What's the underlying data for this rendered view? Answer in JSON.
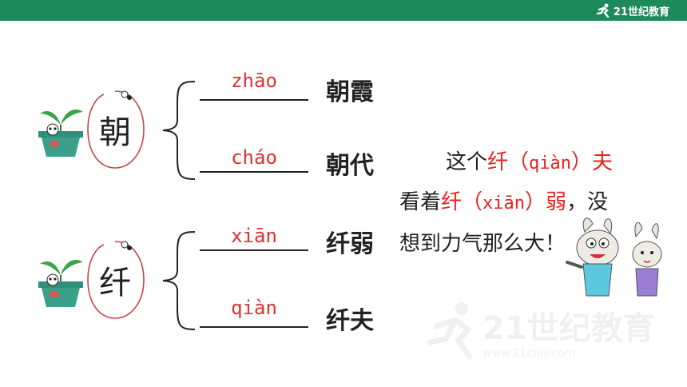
{
  "header": {
    "logo_text": "21世纪教育",
    "bar_color": "#1e8a5a"
  },
  "groups": [
    {
      "character": "朝",
      "entries": [
        {
          "pinyin": "zhāo",
          "word": "朝霞"
        },
        {
          "pinyin": "cháo",
          "word": "朝代"
        }
      ]
    },
    {
      "character": "纤",
      "entries": [
        {
          "pinyin": "xiān",
          "word": "纤弱"
        },
        {
          "pinyin": "qiàn",
          "word": "纤夫"
        }
      ]
    }
  ],
  "sentence": {
    "line1": {
      "pre": "这个",
      "char": "纤",
      "open": "（",
      "pinyin": "qiàn",
      "close": "）",
      "post": "夫"
    },
    "line2": {
      "pre": "看着",
      "char": "纤",
      "open": "（",
      "pinyin": "xiān",
      "close": "）",
      "red_post": "弱",
      "post": "，没"
    },
    "line3": {
      "text": "想到力气那么大！"
    }
  },
  "colors": {
    "accent_red": "#ee2020",
    "pinyin_red": "#e03030"
  },
  "watermark": {
    "text": "21世纪教育",
    "url_text": "www.21cnjy.com"
  }
}
